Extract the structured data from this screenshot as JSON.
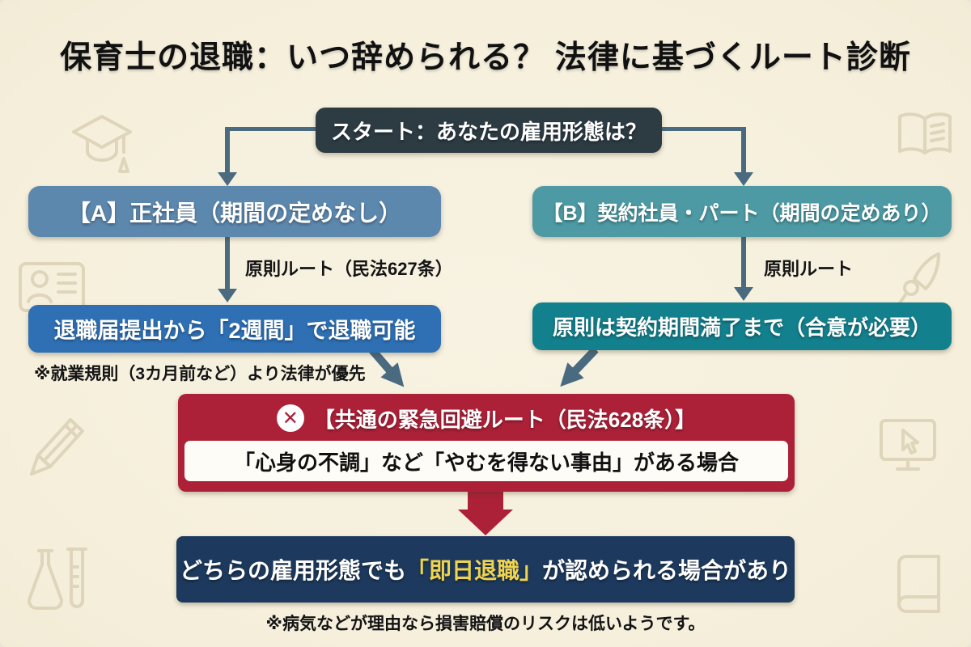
{
  "title": "保育士の退職：いつ辞められる？ 法律に基づくルート診断",
  "flow": {
    "start_label": "スタート：あなたの雇用形態は？",
    "branch_a": {
      "label": "【A】正社員（期間の定めなし）",
      "route_label": "原則ルート（民法627条）",
      "result": "退職届提出から「2週間」で退職可能",
      "note": "※就業規則（3カ月前など）より法律が優先"
    },
    "branch_b": {
      "label": "【B】契約社員・パート（期間の定めあり）",
      "route_label": "原則ルート",
      "result": "原則は契約期間満了まで（合意が必要）"
    },
    "emergency": {
      "icon_glyph": "✕",
      "header": "【共通の緊急回避ルート（民法628条）】",
      "condition": "「心身の不調」など「やむを得ない事由」がある場合"
    },
    "conclusion": {
      "prefix": "どちらの雇用形態でも",
      "highlight": "「即日退職」",
      "suffix": "が認められる場合があり",
      "note": "※病気などが理由なら損害賠償のリスクは低いようです。"
    }
  },
  "colors": {
    "background": "#f5efdc",
    "start_box": "#2d3b43",
    "branch_a_box": "#5d88ae",
    "branch_b_box": "#4d9aa4",
    "result_a_box": "#2f70b5",
    "result_b_box": "#13808d",
    "emergency_red": "#ac2138",
    "conclusion_navy": "#1d3a5e",
    "highlight_yellow": "#f0d44f",
    "arrow_slate": "#4a6a80",
    "bg_icon_stroke": "#dcd3b8"
  },
  "background_icons": [
    "graduation-cap-icon",
    "open-book-icon",
    "id-card-icon",
    "paintbrush-icon",
    "pencil-icon",
    "monitor-cursor-icon",
    "flask-icon",
    "closed-book-icon"
  ]
}
